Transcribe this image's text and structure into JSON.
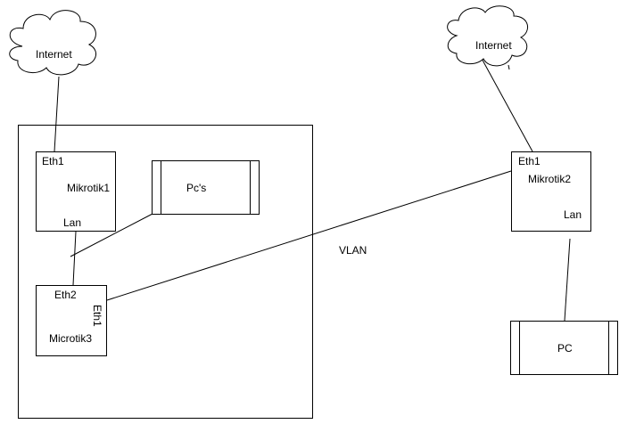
{
  "clouds": {
    "left": "Internet",
    "right": "Internet"
  },
  "mikrotik1": {
    "port_top": "Eth1",
    "name": "Mikrotik1",
    "port_bottom": "Lan"
  },
  "mikrotik2": {
    "port_top": "Eth1",
    "name": "Mikrotik2",
    "port_bottom": "Lan"
  },
  "microtik3": {
    "port_top": "Eth2",
    "port_side": "Eth1",
    "name": "Microtik3"
  },
  "pcs_box": {
    "label": "Pc's"
  },
  "pc_box": {
    "label": "PC"
  },
  "vlan_label": "VLAN"
}
